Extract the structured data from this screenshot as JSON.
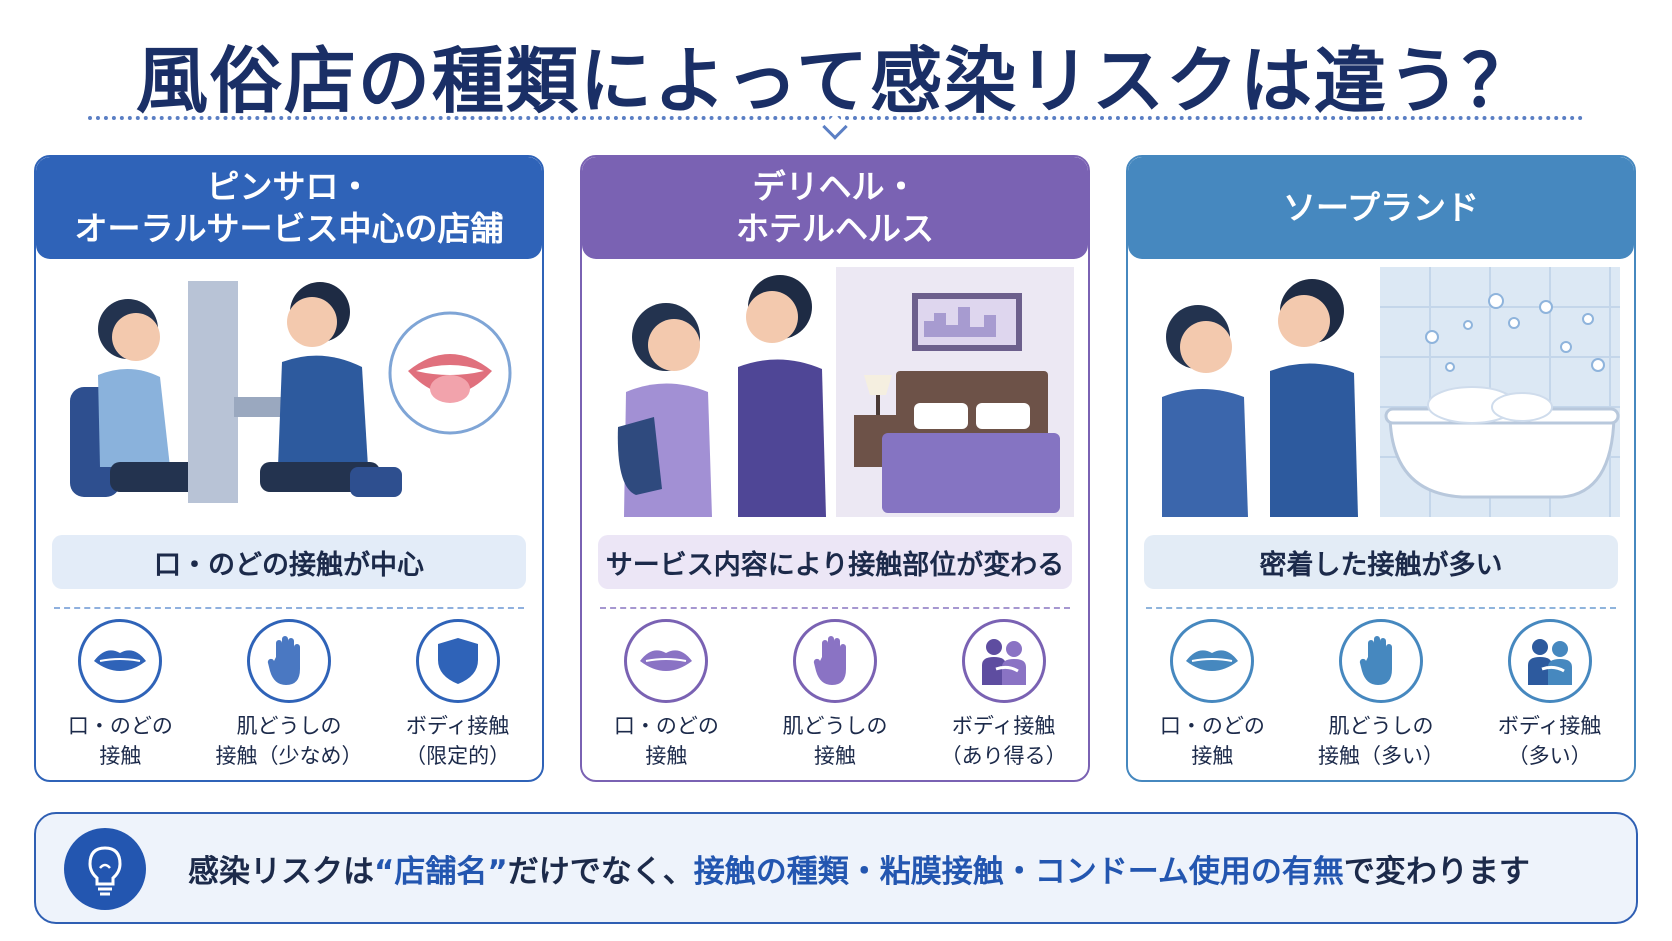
{
  "title": "風俗店の種類によって感染リスクは違う？",
  "colors": {
    "navy": "#1a2f66",
    "blue": "#2f63b8",
    "purple": "#7a62b3",
    "steel": "#4688bf",
    "highlight": "#2356b0"
  },
  "cards": [
    {
      "header_line1": "ピンサロ・",
      "header_line2": "オーラルサービス中心の店舗",
      "summary": "口・のどの接触が中心",
      "contacts": [
        {
          "icon": "lips-icon",
          "line1": "口・のどの",
          "line2": "接触"
        },
        {
          "icon": "hand-icon",
          "line1": "肌どうしの",
          "line2": "接触（少なめ）"
        },
        {
          "icon": "shield-icon",
          "line1": "ボディ接触",
          "line2": "（限定的）"
        }
      ]
    },
    {
      "header_line1": "デリヘル・",
      "header_line2": "ホテルヘルス",
      "summary": "サービス内容により接触部位が変わる",
      "contacts": [
        {
          "icon": "lips-icon",
          "line1": "口・のどの",
          "line2": "接触"
        },
        {
          "icon": "hand-icon",
          "line1": "肌どうしの",
          "line2": "接触"
        },
        {
          "icon": "embrace-icon",
          "line1": "ボディ接触",
          "line2": "（あり得る）"
        }
      ]
    },
    {
      "header_line1": "ソープランド",
      "header_line2": "",
      "summary": "密着した接触が多い",
      "contacts": [
        {
          "icon": "lips-icon",
          "line1": "口・のどの",
          "line2": "接触"
        },
        {
          "icon": "hand-icon",
          "line1": "肌どうしの",
          "line2": "接触（多い）"
        },
        {
          "icon": "embrace-icon",
          "line1": "ボディ接触",
          "line2": "（多い）"
        }
      ]
    }
  ],
  "bottom": {
    "part1": "感染リスクは",
    "part2": "“店舗名”",
    "part3": "だけでなく、",
    "part4": "接触の種類・粘膜接触・コンドーム使用の有無",
    "part5": "で変わります"
  }
}
